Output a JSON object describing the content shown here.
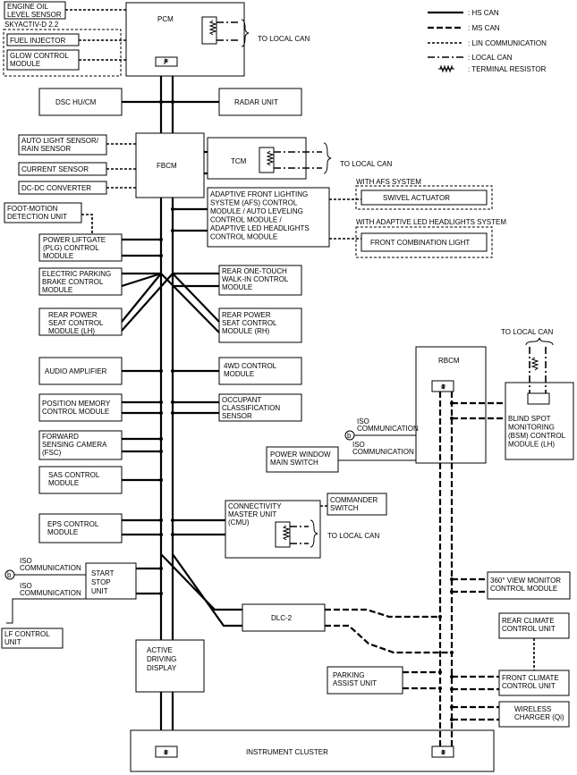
{
  "legend": {
    "hs_can": ": HS CAN",
    "ms_can": ": MS CAN",
    "lin": ": LIN COMMUNICATION",
    "local_can": ": LOCAL CAN",
    "terminal_resistor": ": TERMINAL RESISTOR"
  },
  "nodes": {
    "pcm": "PCM",
    "to_local_can_1": "TO LOCAL CAN",
    "engine_oil": [
      "ENGINE OIL",
      "LEVEL SENSOR"
    ],
    "skyactiv": "SKYACTIV-D 2.2",
    "fuel_injector": "FUEL INJECTOR",
    "glow": [
      "GLOW CONTROL",
      "MODULE"
    ],
    "dsc": "DSC HU/CM",
    "radar": "RADAR UNIT",
    "auto_light": [
      "AUTO LIGHT SENSOR/",
      "RAIN SENSOR"
    ],
    "current_sensor": "CURRENT SENSOR",
    "dcdc": "DC-DC CONVERTER",
    "fbcm": "FBCM",
    "tcm": "TCM",
    "to_local_can_2": "TO LOCAL CAN",
    "afs": [
      "ADAPTIVE FRONT LIGHTING",
      "SYSTEM (AFS) CONTROL",
      "MODULE / AUTO LEVELING",
      "CONTROL MODULE /",
      "ADAPTIVE LED HEADLIGHTS",
      "CONTROL MODULE"
    ],
    "with_afs": "WITH AFS SYSTEM",
    "swivel": "SWIVEL ACTUATOR",
    "with_led": "WITH ADAPTIVE LED HEADLIGHTS SYSTEM",
    "front_combo": "FRONT COMBINATION LIGHT",
    "foot_motion": [
      "FOOT-MOTION",
      "DETECTION UNIT"
    ],
    "plg": [
      "POWER LIFTGATE",
      "(PLG) CONTROL",
      "MODULE"
    ],
    "epb": [
      "ELECTRIC PARKING",
      "BRAKE CONTROL",
      "MODULE"
    ],
    "rear_one_touch": [
      "REAR ONE-TOUCH",
      "WALK-IN CONTROL",
      "MODULE"
    ],
    "rear_seat_lh": [
      "REAR POWER",
      "SEAT CONTROL",
      "MODULE (LH)"
    ],
    "rear_seat_rh": [
      "REAR POWER",
      "SEAT CONTROL",
      "MODULE (RH)"
    ],
    "audio_amp": "AUDIO AMPLIFIER",
    "awd": [
      "4WD CONTROL",
      "MODULE"
    ],
    "pos_memory": [
      "POSITION MEMORY",
      "CONTROL MODULE"
    ],
    "occupant": [
      "OCCUPANT",
      "CLASSIFICATION",
      "SENSOR"
    ],
    "fsc": [
      "FORWARD",
      "SENSING CAMERA",
      "(FSC)"
    ],
    "sas": [
      "SAS CONTROL",
      "MODULE"
    ],
    "eps": [
      "EPS CONTROL",
      "MODULE"
    ],
    "cmu": [
      "CONNECTIVITY",
      "MASTER UNIT",
      "(CMU)"
    ],
    "commander": [
      "COMMANDER",
      "SWITCH"
    ],
    "to_local_can_3": "TO LOCAL CAN",
    "iso_comm": [
      "ISO",
      "COMMUNICATION"
    ],
    "circle_b": "b",
    "start_stop": [
      "START",
      "STOP",
      "UNIT"
    ],
    "lf_control": [
      "LF CONTROL",
      "UNIT"
    ],
    "dlc2": "DLC-2",
    "active_display": [
      "ACTIVE",
      "DRIVING",
      "DISPLAY"
    ],
    "instrument": "INSTRUMENT CLUSTER",
    "rbcm": "RBCM",
    "to_local_can_4": "TO LOCAL CAN",
    "bsm": [
      "BLIND SPOT",
      "MONITORING",
      "(BSM) CONTROL",
      "MODULE (LH)"
    ],
    "power_window": [
      "POWER WINDOW",
      "MAIN SWITCH"
    ],
    "view360": [
      "360° VIEW MONITOR",
      "CONTROL MODULE"
    ],
    "rear_climate": [
      "REAR CLIMATE",
      "CONTROL UNIT"
    ],
    "parking_assist": [
      "PARKING",
      "ASSIST UNIT"
    ],
    "front_climate": [
      "FRONT CLIMATE",
      "CONTROL UNIT"
    ],
    "wireless": [
      "WIRELESS",
      "CHARGER (Qi)"
    ]
  }
}
